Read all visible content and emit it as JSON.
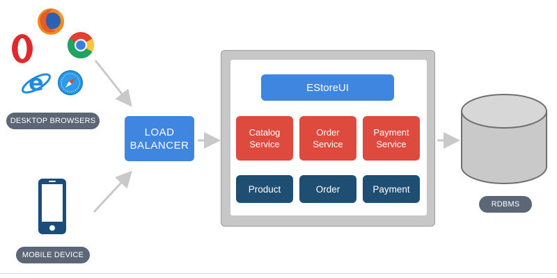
{
  "labels": {
    "desktop_browsers": "DESKTOP BROWSERS",
    "mobile_device": "MOBILE DEVICE",
    "rdbms": "RDBMS"
  },
  "load_balancer": {
    "line1": "LOAD",
    "line2": "BALANCER"
  },
  "app": {
    "ui": "EStoreUI",
    "services": [
      {
        "line1": "Catalog",
        "line2": "Service"
      },
      {
        "line1": "Order",
        "line2": "Service"
      },
      {
        "line1": "Payment",
        "line2": "Service"
      }
    ],
    "databases": [
      "Product",
      "Order",
      "Payment"
    ]
  },
  "icons": [
    "opera-icon",
    "firefox-icon",
    "chrome-icon",
    "ie-icon",
    "safari-icon",
    "mobile-phone-icon",
    "database-icon"
  ],
  "colors": {
    "blue": "#3f86e0",
    "red": "#de4a3e",
    "navy": "#1f4e73",
    "pill": "#5b6677",
    "arrow": "#c9c9c9",
    "frame": "#c7c7c7"
  }
}
